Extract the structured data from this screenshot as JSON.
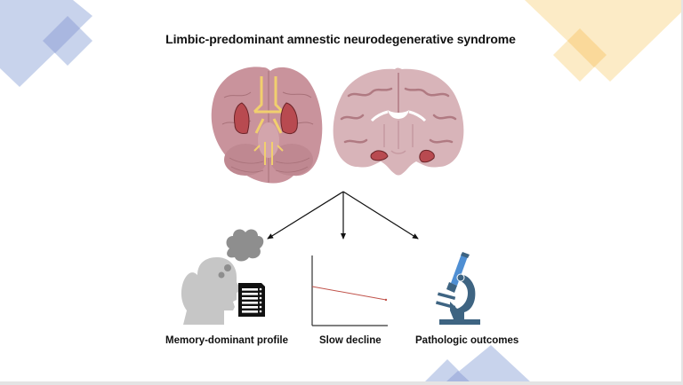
{
  "slide": {
    "title": "Limbic-predominant amnestic neurodegenerative syndrome",
    "outcomes": [
      {
        "label": "Memory-dominant profile",
        "icon": "head-thought-icon"
      },
      {
        "label": "Slow decline",
        "icon": "decline-line-chart-icon"
      },
      {
        "label": "Pathologic outcomes",
        "icon": "microscope-icon"
      }
    ]
  },
  "colors": {
    "blue_deco": "#c8d3ec",
    "blue_deco_overlap": "#a9b7e0",
    "yellow_deco": "#fcebc6",
    "yellow_deco_overlap": "#fad99a",
    "brain_tissue": "#c9939c",
    "brain_highlight": "#b84a50",
    "nerves": "#f1cf6e",
    "decline_line": "#c0524a",
    "microscope_dark": "#3e6482",
    "microscope_light": "#4f8fd3",
    "head_gray": "#c6c6c6",
    "cloud_gray": "#8e8e8e"
  }
}
